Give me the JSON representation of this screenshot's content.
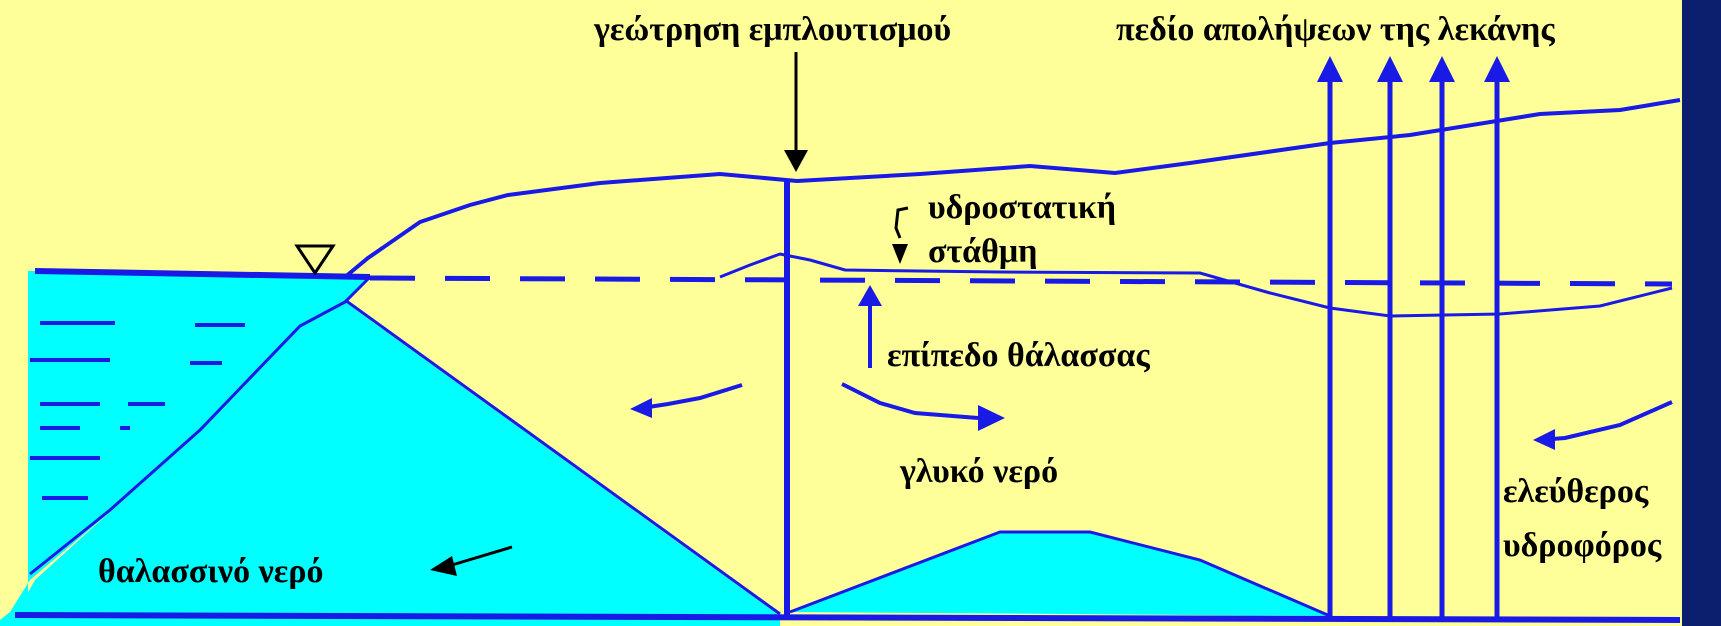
{
  "labels": {
    "recharge_well": "γεώτρηση εμπλουτισμού",
    "pumping_field": "πεδίο απολήψεων της λεκάνης",
    "piezometric_1": "υδροστατική",
    "piezometric_2": "στάθμη",
    "sea_level": "επίπεδο θάλασσας",
    "fresh_water": "γλυκό νερό",
    "unconfined_1": "ελεύθερος",
    "unconfined_2": "υδροφόρος",
    "sea_water": "θαλασσινό νερό"
  },
  "colors": {
    "background": "#ffff99",
    "sea_water": "#00ffff",
    "line_blue": "#1a1ae6",
    "text": "#000000",
    "frame": "#0b1f6e"
  },
  "icons": {
    "water_level_marker": "triangle-down-icon"
  }
}
